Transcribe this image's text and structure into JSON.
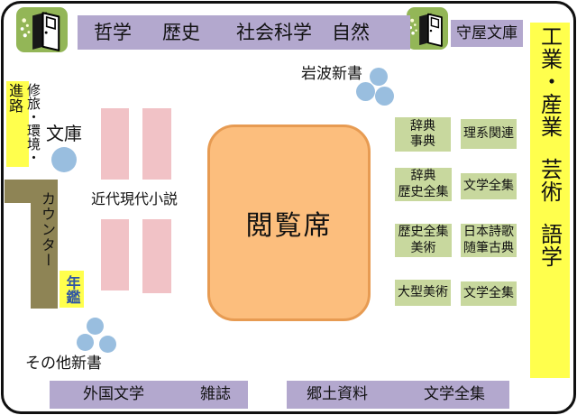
{
  "colors": {
    "purple_shelf": "#b3a8ce",
    "door_green": "#93b657",
    "highlight_yellow": "#ffff4d",
    "pink_shelf": "#f1c2c6",
    "orange_fill": "#fcbe7d",
    "orange_border": "#e79b52",
    "green_shelf": "#c8d89e",
    "counter_olive": "#8e8455",
    "circle_blue": "#99bedf",
    "nenkan_text_blue": "#2f55a4"
  },
  "icons": {
    "door": "open-door-icon"
  },
  "top": {
    "shelves": [
      "哲学",
      "歴史",
      "社会科学",
      "自然"
    ],
    "moriya": "守屋文庫"
  },
  "right_wall": {
    "sections": [
      "工業・産業",
      "芸術",
      "語学"
    ]
  },
  "left_wall": {
    "shinro": "進路",
    "trip_env": "修旅・環境・",
    "bunko": "文庫"
  },
  "counter": {
    "label": "カウンター"
  },
  "nenkan": {
    "label": "年鑑"
  },
  "iwanami": {
    "label": "岩波新書"
  },
  "sonota": {
    "label": "その他新書"
  },
  "fiction": {
    "label": "近代現代小説"
  },
  "reading_area": {
    "label": "閲覧席"
  },
  "right_shelves": [
    {
      "text": "辞典\n事典"
    },
    {
      "text": "理系関連"
    },
    {
      "text": "辞典\n歴史全集"
    },
    {
      "text": "文学全集"
    },
    {
      "text": "歴史全集\n美術"
    },
    {
      "text": "日本詩歌\n随筆古典"
    },
    {
      "text": "大型美術"
    },
    {
      "text": "文学全集"
    }
  ],
  "bottom": {
    "left_shelf": [
      "外国文学",
      "雑誌"
    ],
    "right_shelf": [
      "郷土資料",
      "文学全集"
    ]
  }
}
